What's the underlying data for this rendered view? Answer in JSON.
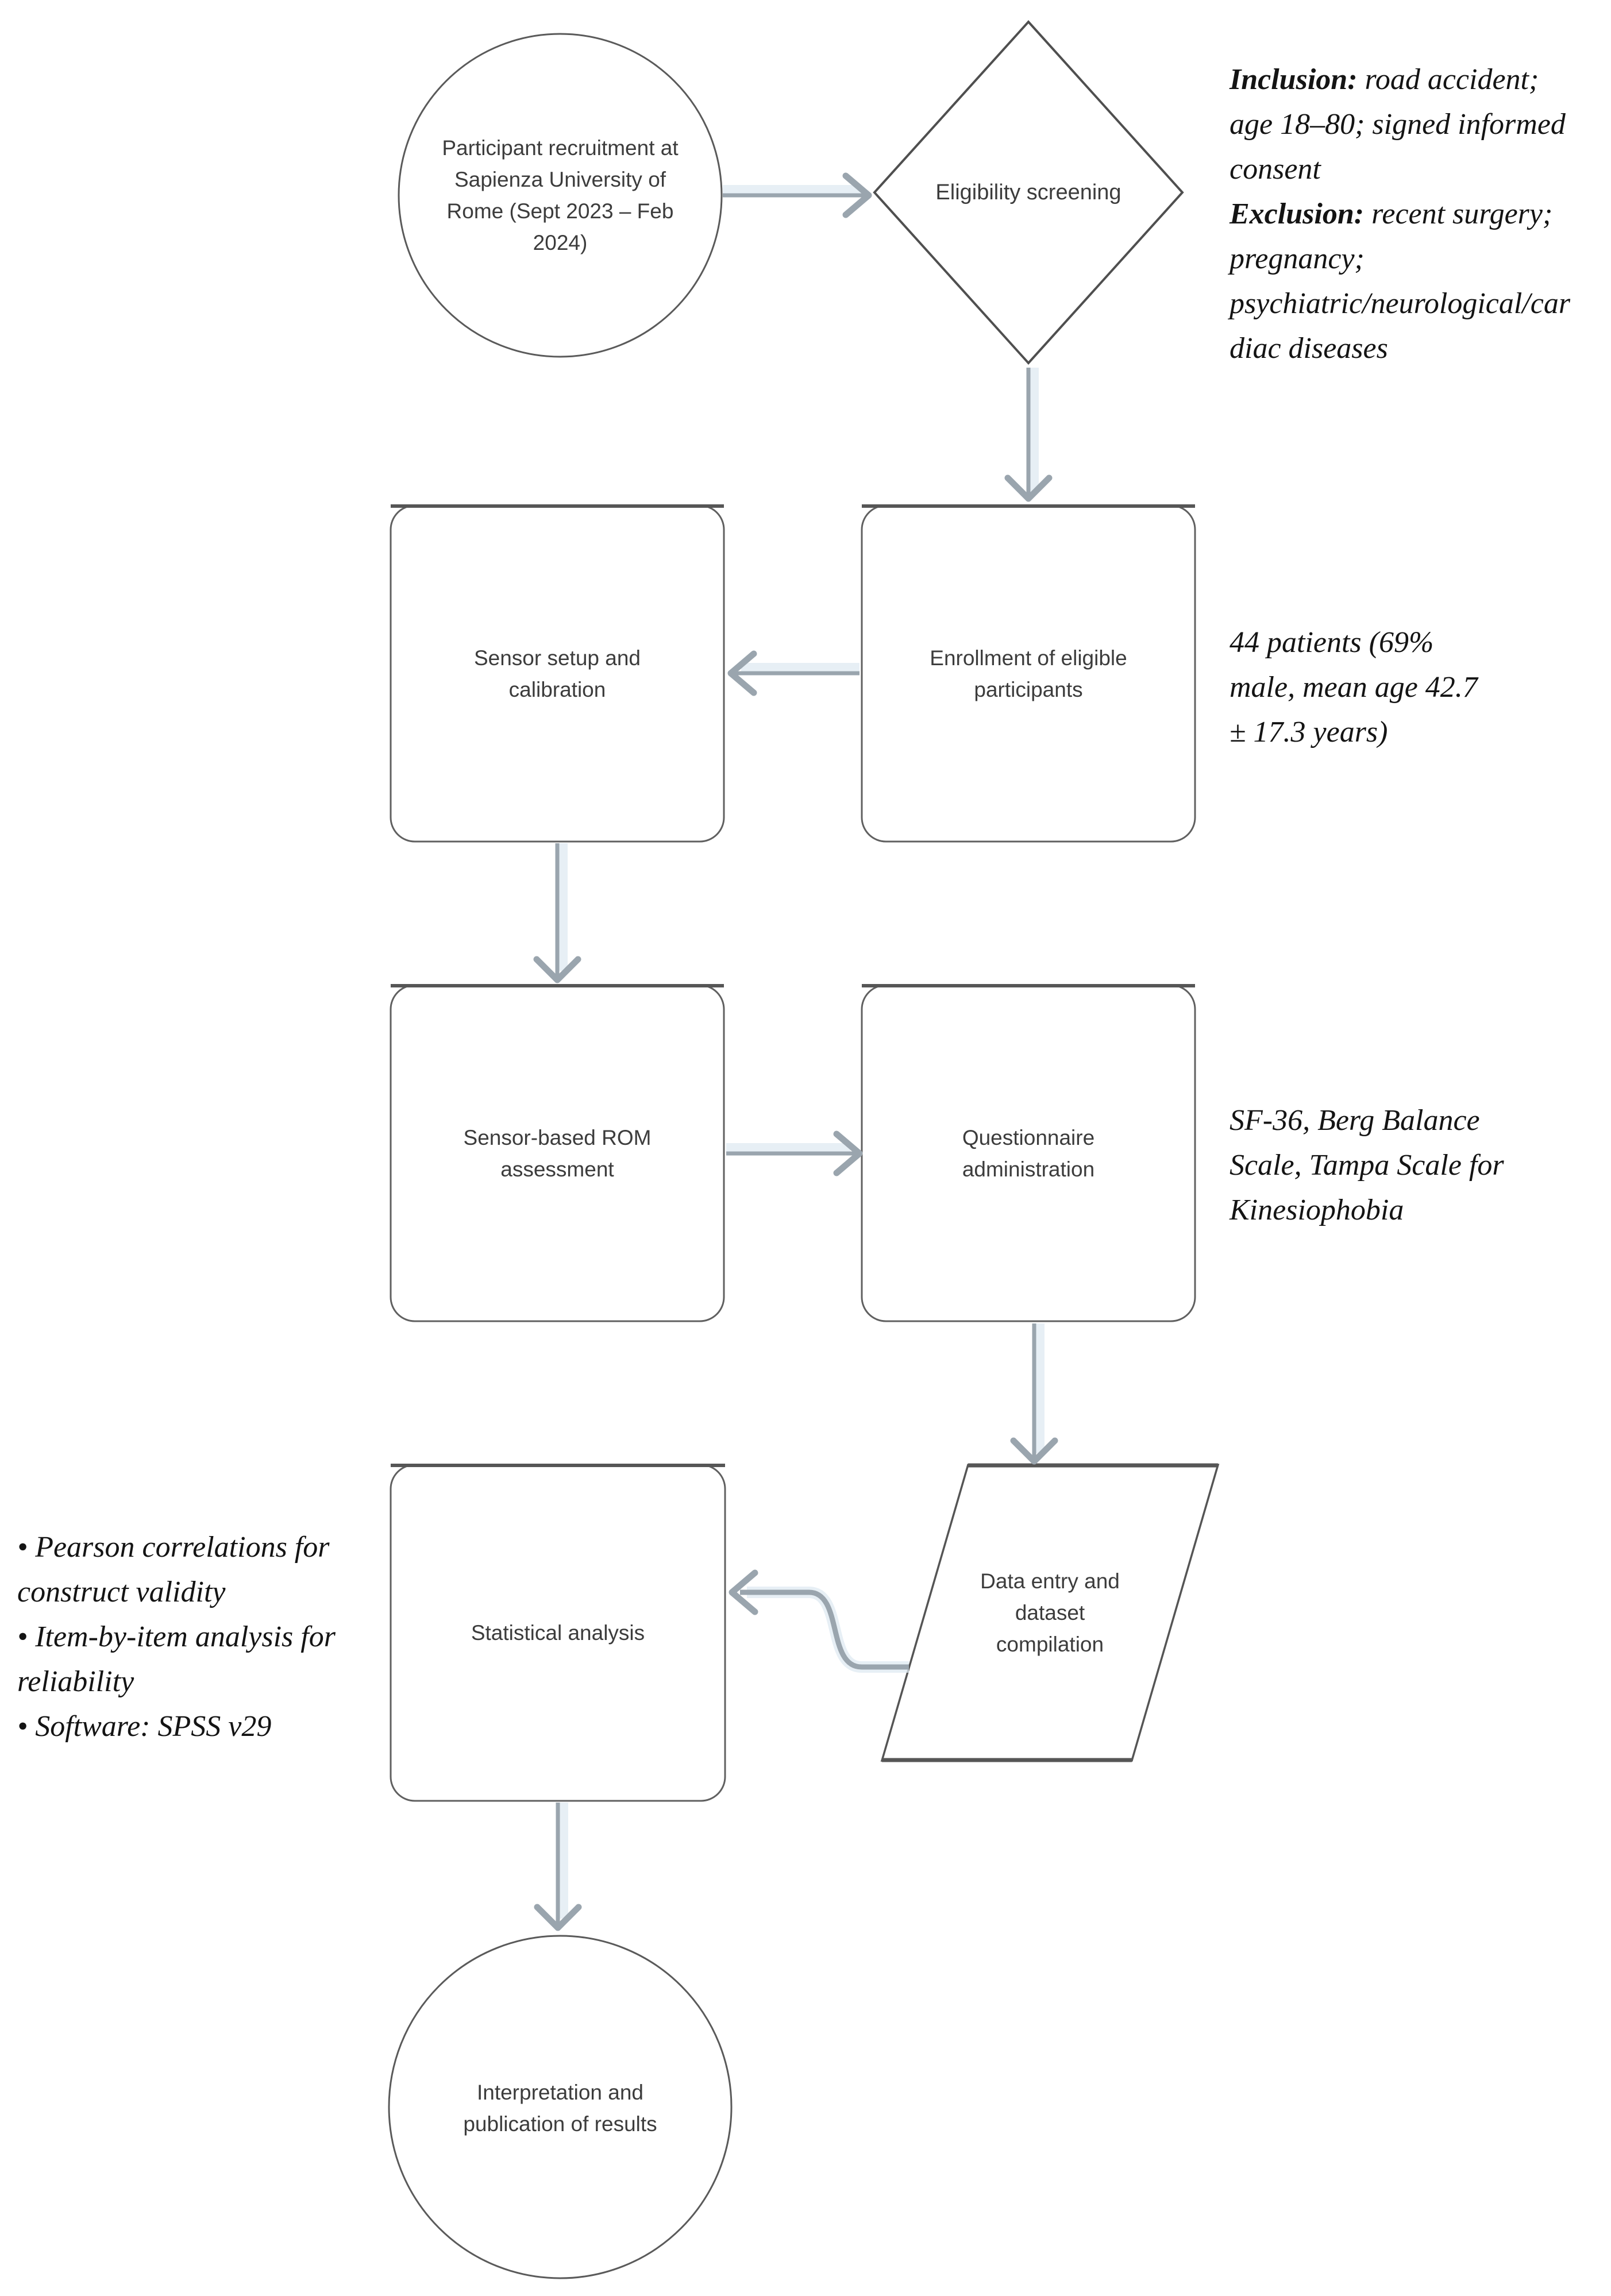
{
  "diagram": {
    "nodes": {
      "start": "Participant recruitment at Sapienza University of Rome (Sept 2023 – Feb 2024)",
      "screening": "Eligibility screening",
      "enrollment": "Enrollment of eligible participants",
      "sensor_setup": "Sensor setup and calibration",
      "rom_assessment": "Sensor-based ROM assessment",
      "questionnaire": "Questionnaire administration",
      "data_entry": "Data entry and dataset compilation",
      "statistical_analysis": "Statistical analysis",
      "end": "Interpretation and publication of results"
    },
    "annotations": {
      "eligibility": {
        "inclusion_label": "Inclusion:",
        "inclusion_text": "road accident; age 18–80; signed informed consent",
        "exclusion_label": "Exclusion:",
        "exclusion_text": "recent surgery; pregnancy; psychiatric/neurological/cardiac diseases"
      },
      "enrollment_note": "44 patients (69% male, mean age 42.7 ± 17.3 years)",
      "questionnaire_note": "SF-36, Berg Balance Scale, Tampa Scale for Kinesiophobia",
      "analysis_bullets": [
        "• Pearson correlations for construct validity",
        "• Item-by-item analysis for reliability",
        "• Software: SPSS v29"
      ]
    },
    "colors": {
      "shape_border": "#4f4f4f",
      "shape_border_accent": "#5a5a5a",
      "arrow": "#9aa5ae",
      "arrow_halo": "#dfeaf2",
      "node_text": "#3c3c3c",
      "annotation_text": "#141414"
    }
  }
}
